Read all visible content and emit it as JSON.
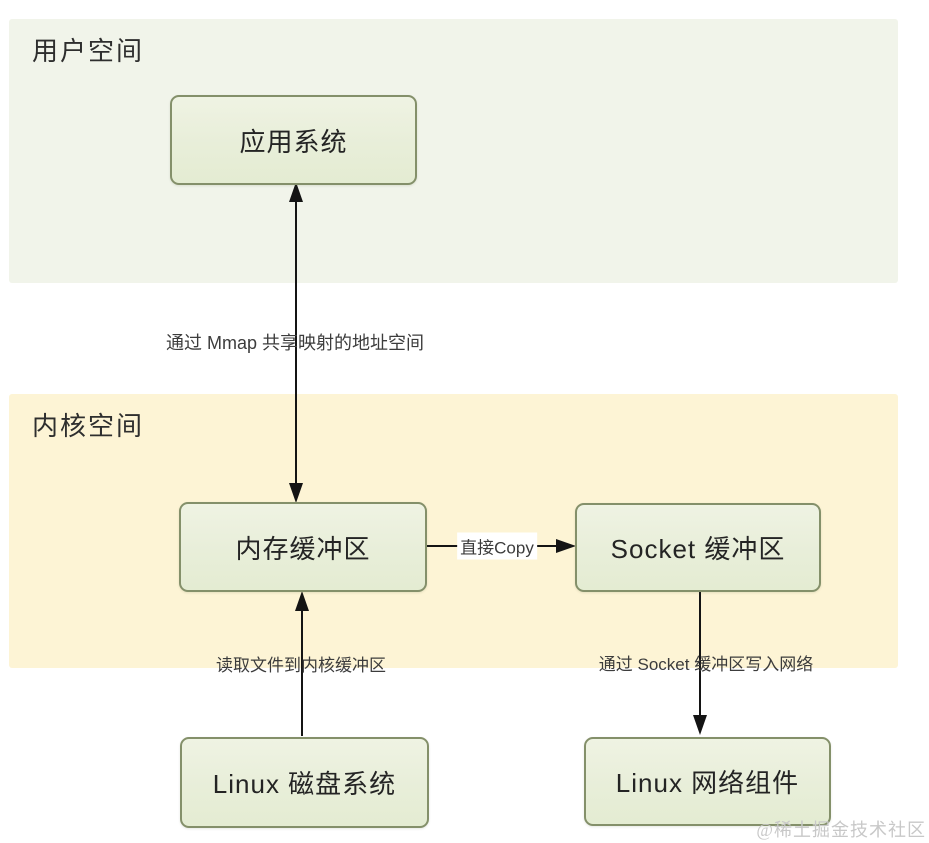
{
  "regions": {
    "user": {
      "label": "用户空间"
    },
    "kernel": {
      "label": "内核空间"
    }
  },
  "nodes": {
    "app": {
      "label": "应用系统"
    },
    "mem_buffer": {
      "label": "内存缓冲区"
    },
    "socket_buffer": {
      "label": "Socket 缓冲区"
    },
    "disk": {
      "label": "Linux 磁盘系统"
    },
    "network": {
      "label": "Linux 网络组件"
    }
  },
  "edges": {
    "mmap": {
      "label": "通过 Mmap 共享映射的地址空间",
      "direction": "bidirectional"
    },
    "copy": {
      "label": "直接Copy",
      "direction": "right"
    },
    "read": {
      "label": "读取文件到内核缓冲区",
      "direction": "up"
    },
    "write": {
      "label": "通过 Socket 缓冲区写入网络",
      "direction": "down"
    }
  },
  "colors": {
    "user_region_bg": "#f1f4ea",
    "kernel_region_bg": "#fdf4d5",
    "node_fill": "#eaf0dc",
    "node_border": "#84906a",
    "arrow": "#141414",
    "watermark": "#c8c8c8"
  },
  "watermark": "@稀土掘金技术社区"
}
